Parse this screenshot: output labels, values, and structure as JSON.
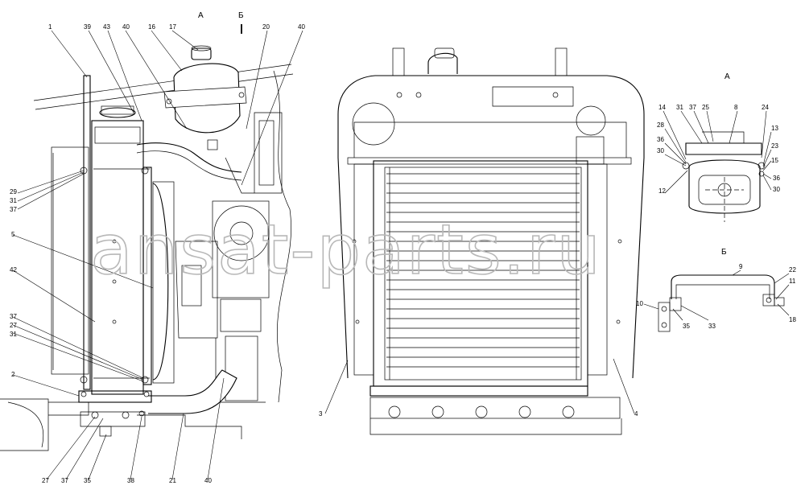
{
  "view_labels": {
    "a_top": "А",
    "b_top": "Б",
    "a_detail": "А",
    "b_detail": "Б"
  },
  "watermark": "ansat-parts.ru",
  "callouts": {
    "left_view": [
      "1",
      "39",
      "43",
      "40",
      "16",
      "17",
      "20",
      "40",
      "29",
      "31",
      "37",
      "5",
      "42",
      "37",
      "27",
      "31",
      "2",
      "27",
      "37",
      "35",
      "38",
      "21",
      "40"
    ],
    "center_view": [
      "3",
      "4"
    ],
    "detail_a": [
      "14",
      "31",
      "37",
      "25",
      "8",
      "24",
      "28",
      "13",
      "36",
      "23",
      "30",
      "15",
      "12",
      "36",
      "30"
    ],
    "detail_b": [
      "9",
      "22",
      "11",
      "10",
      "35",
      "33",
      "18"
    ]
  }
}
